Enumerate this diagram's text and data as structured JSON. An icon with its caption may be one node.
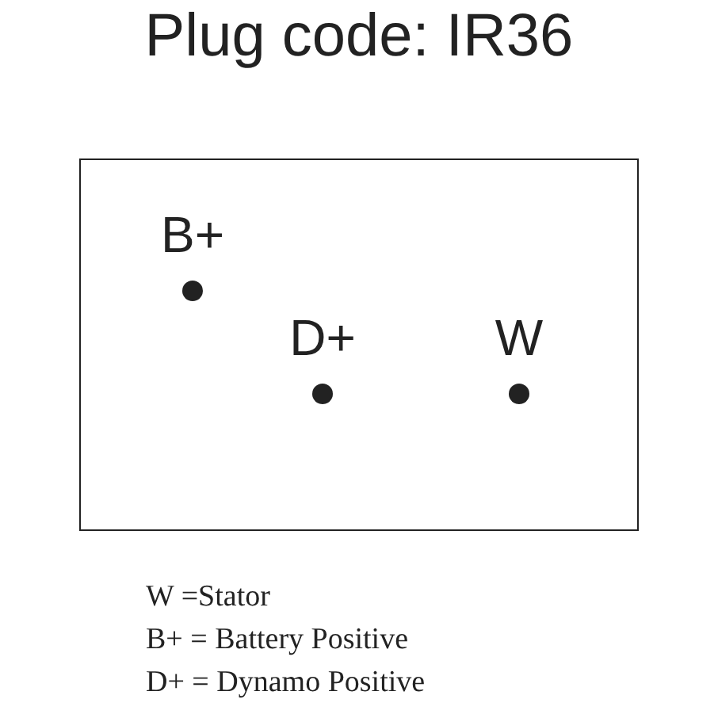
{
  "diagram": {
    "title": "Plug code: IR36",
    "nodes": [
      {
        "text": [],
        "shape": "box"
      },
      {
        "text": [
          "B+"
        ],
        "in": 0
      },
      {
        "text": [
          "D+"
        ],
        "in": 0
      },
      {
        "text": [
          "W"
        ],
        "in": 0
      }
    ],
    "labels": [
      "W =Stator",
      "B+ = Battery Positive",
      "D+ = Dynamo Positive"
    ]
  }
}
